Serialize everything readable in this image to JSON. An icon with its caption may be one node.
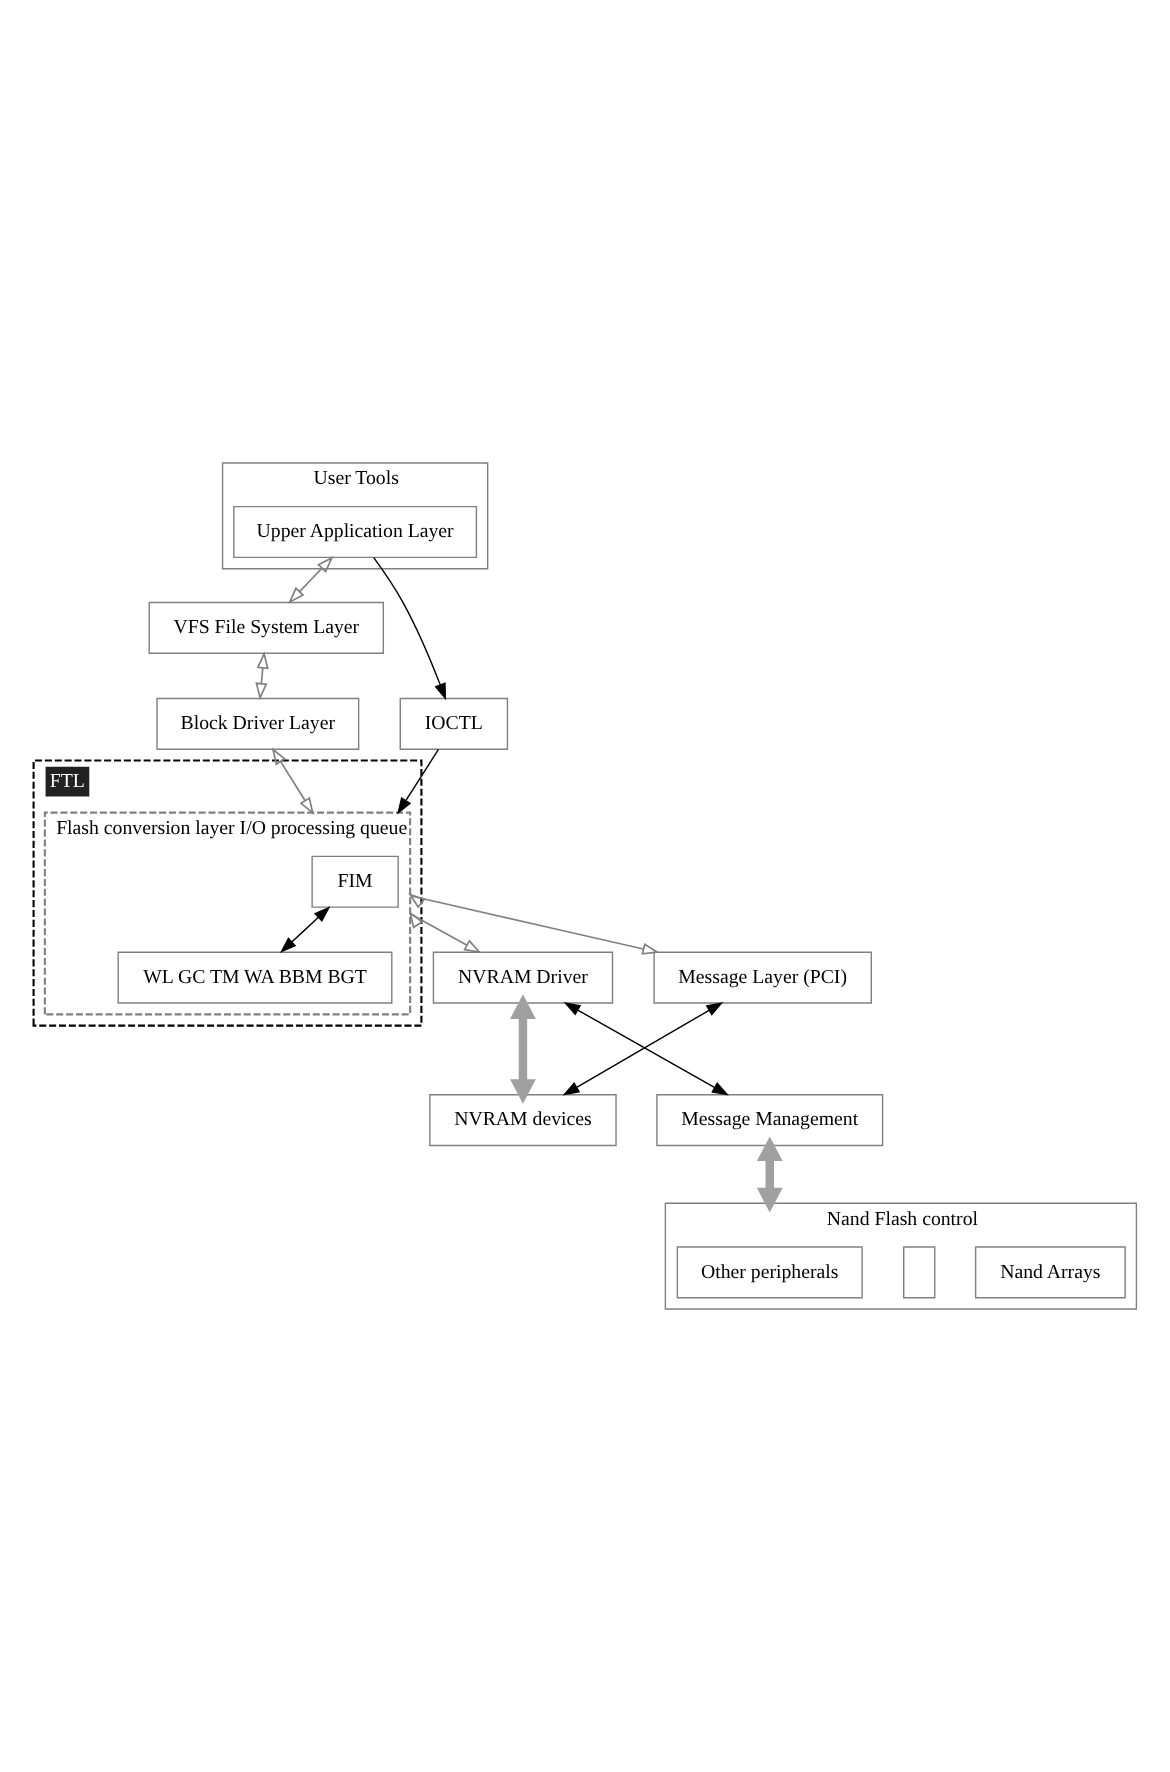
{
  "diagram": {
    "nodes": [
      {
        "text": [
          "User Tools"
        ]
      },
      {
        "text": [
          "Upper Application Layer"
        ],
        "in": 0
      },
      {
        "text": [
          "VFS File System Layer"
        ]
      },
      {
        "text": [
          "Block Driver Layer"
        ]
      },
      {
        "text": [
          "IOCTL"
        ]
      },
      {
        "text": [
          "FTL"
        ]
      },
      {
        "text": [
          "Flash conversion layer I/O processing queue"
        ],
        "in": 5
      },
      {
        "text": [
          "FIM"
        ],
        "in": 6
      },
      {
        "text": [
          "WL GC TM WA BBM BGT"
        ],
        "in": 6
      },
      {
        "text": [
          "NVRAM Driver"
        ]
      },
      {
        "text": [
          "Message Layer (PCI)"
        ]
      },
      {
        "text": [
          "NVRAM devices"
        ]
      },
      {
        "text": [
          "Message Management"
        ]
      },
      {
        "text": [
          "Nand Flash control"
        ]
      },
      {
        "text": [
          "Other peripherals"
        ],
        "in": 13
      },
      {
        "text": [],
        "shape": "box",
        "in": 13
      },
      {
        "text": [
          "Nand Arrays"
        ],
        "in": 13
      }
    ],
    "edges": [
      {
        "from": 1,
        "to": 2,
        "arrow": "both"
      },
      {
        "from": 1,
        "to": 4,
        "arrow": "to",
        "color": "#000000"
      },
      {
        "from": 2,
        "to": 3,
        "arrow": "both"
      },
      {
        "from": 3,
        "to": 6,
        "arrow": "both"
      },
      {
        "from": 4,
        "to": 6,
        "arrow": "to",
        "color": "#000000"
      },
      {
        "from": 7,
        "to": 8,
        "arrow": "both",
        "color": "#000000"
      },
      {
        "from": 6,
        "to": 9,
        "arrow": "both"
      },
      {
        "from": 6,
        "to": 10,
        "arrow": "both"
      },
      {
        "from": 9,
        "to": 12,
        "arrow": "both",
        "color": "#000000"
      },
      {
        "from": 10,
        "to": 11,
        "arrow": "both",
        "color": "#000000"
      },
      {
        "from": 9,
        "to": 11,
        "arrow": "both",
        "style": "thick",
        "color": "#a0a0a0"
      },
      {
        "from": 12,
        "to": 13,
        "arrow": "both",
        "style": "thick",
        "color": "#a0a0a0"
      }
    ]
  }
}
